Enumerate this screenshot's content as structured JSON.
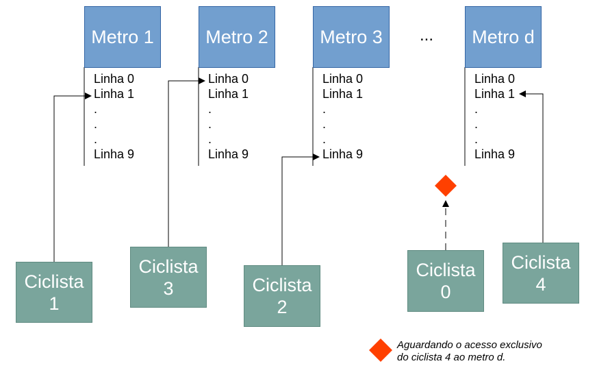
{
  "metros": [
    {
      "title": "Metro 1",
      "lines": [
        "Linha 0",
        "Linha 1",
        ".",
        ".",
        ".",
        "Linha 9"
      ]
    },
    {
      "title": "Metro 2",
      "lines": [
        "Linha 0",
        "Linha 1",
        ".",
        ".",
        ".",
        "Linha 9"
      ]
    },
    {
      "title": "Metro 3",
      "lines": [
        "Linha 0",
        "Linha 1",
        ".",
        ".",
        ".",
        "Linha 9"
      ]
    },
    {
      "title": "Metro d",
      "lines": [
        "Linha 0",
        "Linha 1",
        ".",
        ".",
        ".",
        "Linha 9"
      ]
    }
  ],
  "ellipsis": "...",
  "cyclists": [
    {
      "word": "Ciclista",
      "number": "1"
    },
    {
      "word": "Ciclista",
      "number": "3"
    },
    {
      "word": "Ciclista",
      "number": "2"
    },
    {
      "word": "Ciclista",
      "number": "0"
    },
    {
      "word": "Ciclista",
      "number": "4"
    }
  ],
  "legend": {
    "line1": "Aguardando o acesso exclusivo",
    "line2": "do ciclista 4 ao metro d."
  },
  "colors": {
    "metro_fill": "#729fcf",
    "cyclist_fill": "#7aa59c",
    "waiting_diamond": "#ff4000"
  }
}
